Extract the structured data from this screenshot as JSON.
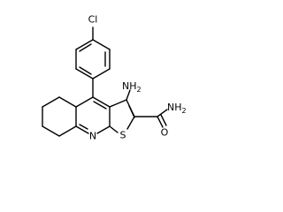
{
  "molecule": {
    "atoms": {
      "chlorine": "Cl",
      "amine": "NH2",
      "amide_nitrogen": "NH2",
      "amide_oxygen": "O",
      "pyridine_nitrogen": "N",
      "thiophene_sulfur": "S"
    },
    "parts": {
      "amine_element": "NH",
      "amine_subscript": "2",
      "amide_element": "NH",
      "amide_subscript": "2"
    }
  }
}
